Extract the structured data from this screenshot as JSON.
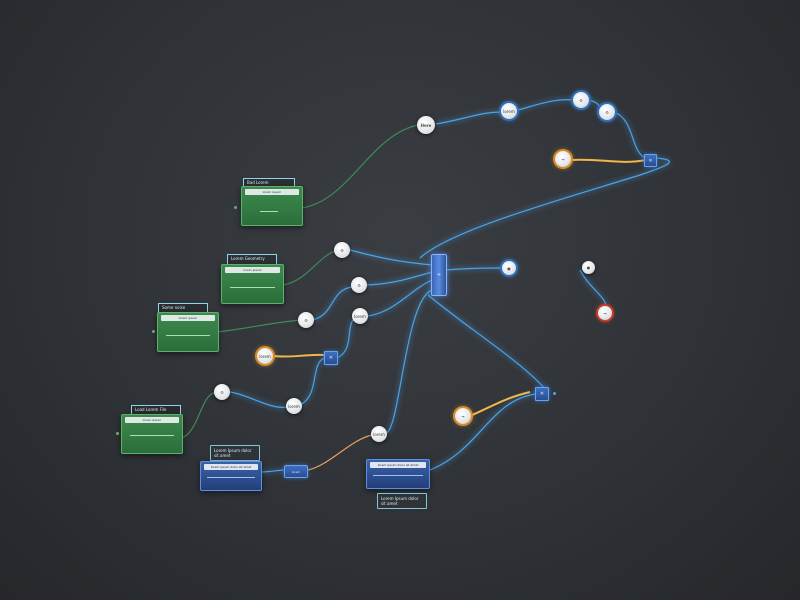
{
  "graph": {
    "green_nodes": [
      {
        "tab": "Bad Lorem",
        "header": "lorem ipsum"
      },
      {
        "tab": "Lorem Geometry",
        "header": "lorem ipsum"
      },
      {
        "tab": "Some noise",
        "header": "lorem ipsum"
      },
      {
        "tab": "Load Lorem File",
        "header": "lorem ipsum"
      }
    ],
    "blue_node_left": {
      "tab": "Lorem Ipsum dolor sit amet",
      "header": "lorem ipsum dolor sit amet"
    },
    "blue_node_right": {
      "header": "lorem ipsum dolor sit amet",
      "note": "Lorem Ipsum dolor sit amet"
    },
    "pill_label": "lorem",
    "hub_label": "+",
    "circle_labels": {
      "c_top_left": "Here",
      "c_top_mid": "lorem",
      "c_top_a": "⚙",
      "c_top_b": "⚙",
      "c_orange_top": "→",
      "c_mid_1": "⚙",
      "c_mid_2": "⚙",
      "c_mid_3": "⚙",
      "c_mid_4": "lorem",
      "c_orange_mid": "lorem",
      "c_low_1": "⚙",
      "c_low_2": "lorem",
      "c_low_3": "lorem",
      "c_orange_low": "→",
      "c_right_hub": "●",
      "c_far_right": "●",
      "c_red": "→"
    },
    "square_labels": {
      "sq_top": "✕",
      "sq_mid": "✕",
      "sq_low": "✕"
    },
    "colors": {
      "background": "#2f3236",
      "wire_blue": "#4aa3e8",
      "wire_green": "#3f8a5a",
      "wire_orange": "#f2b64a",
      "node_green": "#2b6e3b",
      "node_blue": "#243f7a"
    }
  }
}
